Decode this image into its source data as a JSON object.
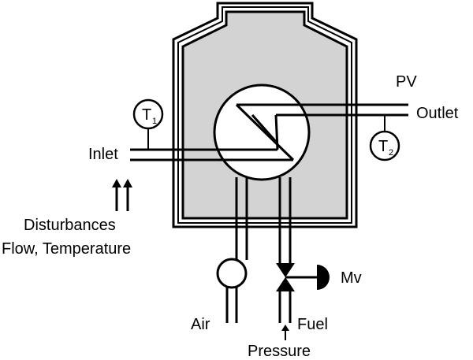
{
  "labels": {
    "pv": "PV",
    "outlet": "Outlet",
    "inlet": "Inlet",
    "disturbances": "Disturbances",
    "flow_temperature": "Flow, Temperature",
    "mv": "Mv",
    "air": "Air",
    "fuel": "Fuel",
    "pressure": "Pressure"
  },
  "sensors": {
    "t1": {
      "symbol": "T",
      "subscript": "1"
    },
    "t2": {
      "symbol": "T",
      "subscript": "2"
    }
  },
  "colors": {
    "furnace_fill": "#d3d3d3",
    "line": "#000000",
    "background": "#ffffff"
  }
}
